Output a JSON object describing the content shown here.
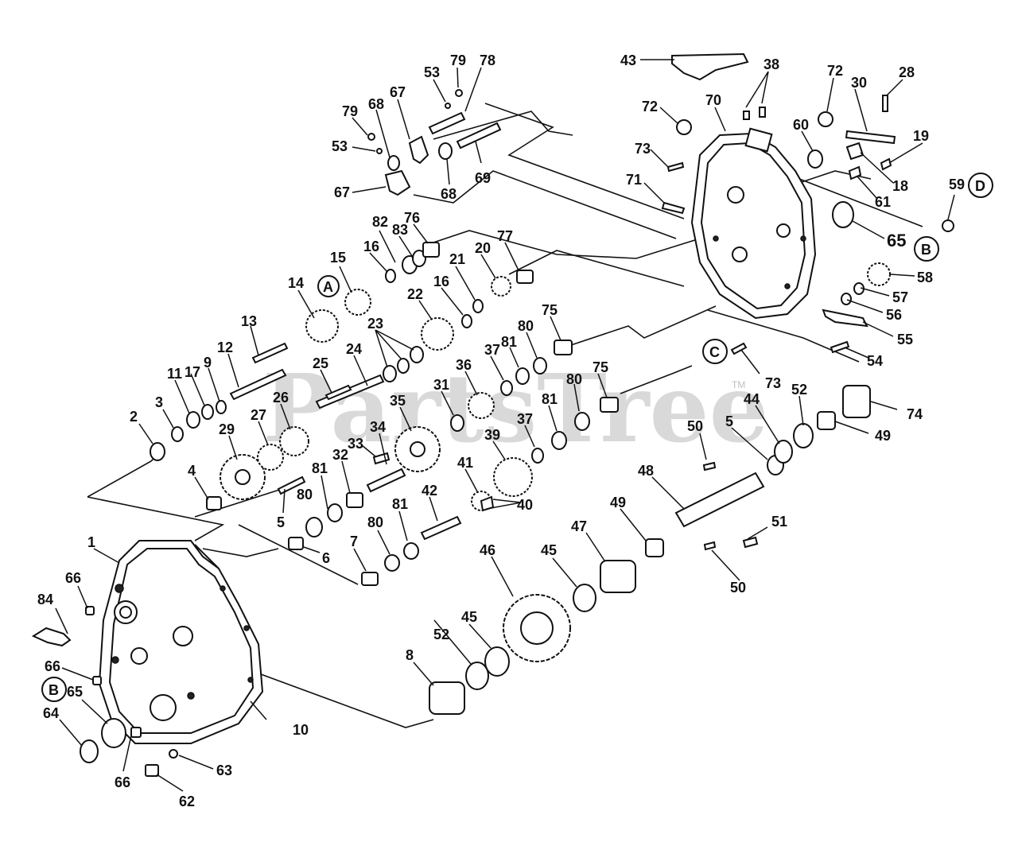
{
  "watermark": {
    "text": "PartsTree",
    "trademark": "TM"
  },
  "callouts": {
    "A": "A",
    "B_top": "B",
    "B_left": "B",
    "C": "C",
    "D": "D"
  },
  "labels": {
    "l1": "1",
    "l2": "2",
    "l3": "3",
    "l4": "4",
    "l5a": "5",
    "l5b": "5",
    "l6": "6",
    "l7": "7",
    "l8": "8",
    "l9": "9",
    "l10": "10",
    "l11": "11",
    "l12": "12",
    "l13": "13",
    "l14": "14",
    "l15": "15",
    "l16a": "16",
    "l16b": "16",
    "l17": "17",
    "l18": "18",
    "l19": "19",
    "l20": "20",
    "l21": "21",
    "l22": "22",
    "l23": "23",
    "l24": "24",
    "l25": "25",
    "l26": "26",
    "l27": "27",
    "l28": "28",
    "l29": "29",
    "l30": "30",
    "l31": "31",
    "l32": "32",
    "l33": "33",
    "l34": "34",
    "l35": "35",
    "l36": "36",
    "l37a": "37",
    "l37b": "37",
    "l38": "38",
    "l39": "39",
    "l40": "40",
    "l41": "41",
    "l42": "42",
    "l43": "43",
    "l44": "44",
    "l45a": "45",
    "l45b": "45",
    "l46": "46",
    "l47": "47",
    "l48": "48",
    "l49a": "49",
    "l49b": "49",
    "l50a": "50",
    "l50b": "50",
    "l51": "51",
    "l52a": "52",
    "l52b": "52",
    "l53a": "53",
    "l53b": "53",
    "l54": "54",
    "l55": "55",
    "l56": "56",
    "l57": "57",
    "l58": "58",
    "l59": "59",
    "l60": "60",
    "l61": "61",
    "l62": "62",
    "l63": "63",
    "l64": "64",
    "l65a": "65",
    "l65b": "65",
    "l66a": "66",
    "l66b": "66",
    "l66c": "66",
    "l67a": "67",
    "l67b": "67",
    "l68a": "68",
    "l68b": "68",
    "l69": "69",
    "l70": "70",
    "l71": "71",
    "l72a": "72",
    "l72b": "72",
    "l73a": "73",
    "l73b": "73",
    "l74": "74",
    "l75a": "75",
    "l75b": "75",
    "l76": "76",
    "l77": "77",
    "l78": "78",
    "l79a": "79",
    "l79b": "79",
    "l80a": "80",
    "l80b": "80",
    "l80c": "80",
    "l81a": "81",
    "l81b": "81",
    "l81c": "81",
    "l82": "82",
    "l83": "83",
    "l84": "84"
  }
}
